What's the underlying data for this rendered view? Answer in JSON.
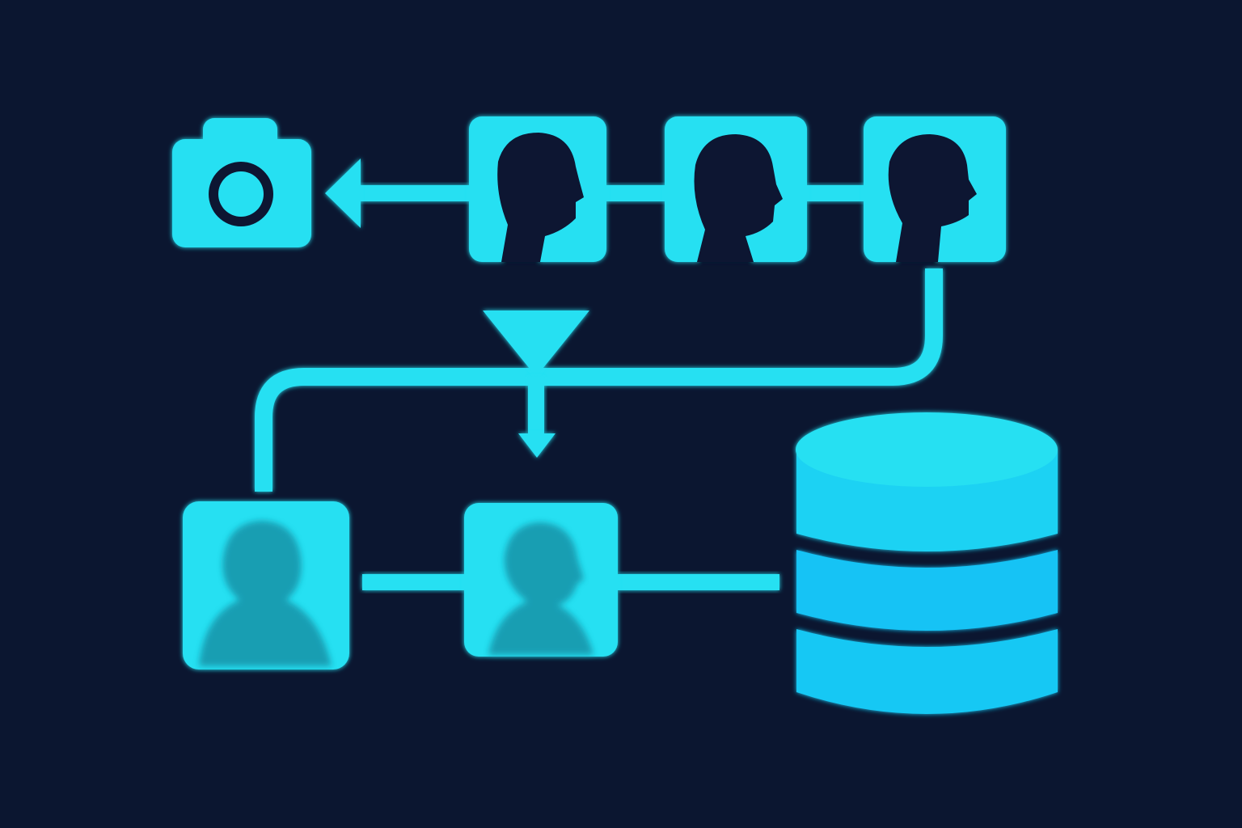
{
  "diagram": {
    "title": "",
    "background": "#0b1630",
    "accent": "#27e0f2",
    "accent_deep": "#12c3f5",
    "silhouette_muted": "#1593a8",
    "nodes": [
      {
        "id": "camera",
        "icon": "camera-icon"
      },
      {
        "id": "face-1",
        "icon": "person-profile-icon"
      },
      {
        "id": "face-2",
        "icon": "person-profile-icon"
      },
      {
        "id": "face-3",
        "icon": "person-profile-icon"
      },
      {
        "id": "filter",
        "icon": "funnel-filter-icon"
      },
      {
        "id": "person-1",
        "icon": "person-avatar-icon"
      },
      {
        "id": "person-2",
        "icon": "person-avatar-icon"
      },
      {
        "id": "database",
        "icon": "database-icon"
      }
    ],
    "edges": [
      {
        "from": "face-1",
        "to": "camera",
        "arrow": true
      },
      {
        "from": "face-1",
        "to": "face-2",
        "arrow": false
      },
      {
        "from": "face-2",
        "to": "face-3",
        "arrow": false
      },
      {
        "from": "face-3",
        "to": "person-1",
        "arrow": false
      },
      {
        "from": "filter",
        "to": "person-2",
        "arrow": true
      },
      {
        "from": "person-1",
        "to": "person-2",
        "arrow": false
      },
      {
        "from": "person-2",
        "to": "database",
        "arrow": false
      }
    ]
  }
}
